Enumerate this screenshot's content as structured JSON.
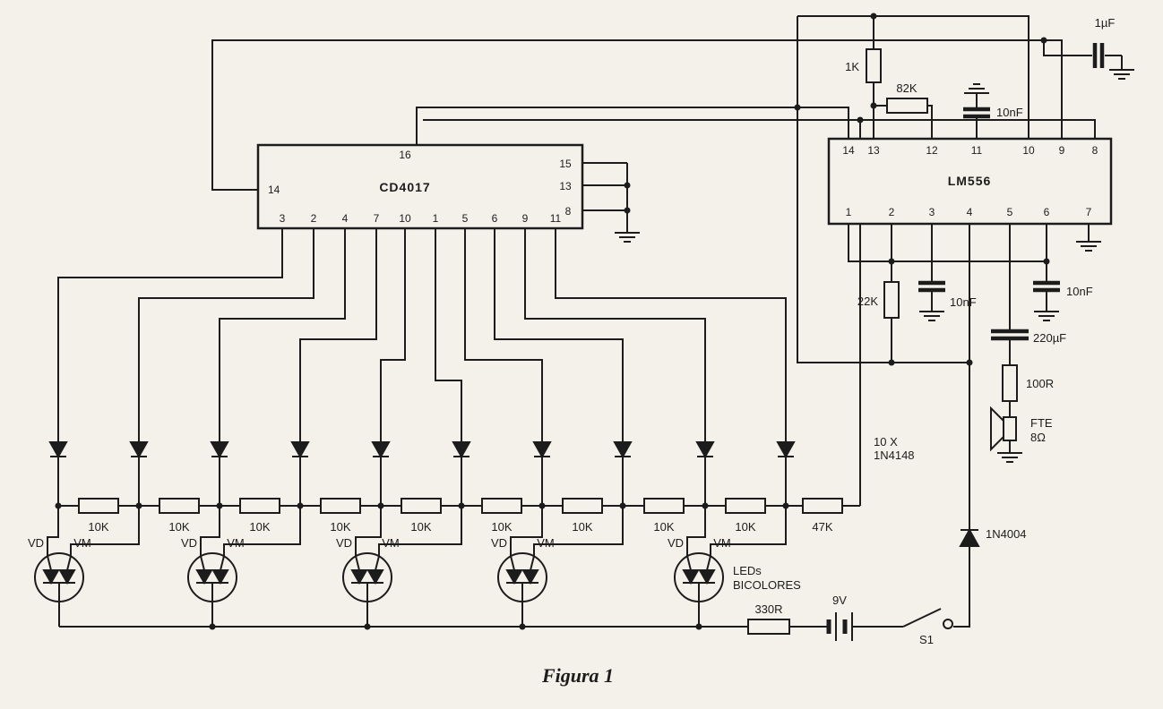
{
  "figure": {
    "caption": "Figura 1"
  },
  "colors": {
    "ink": "#1c1c1c",
    "paper": "#f4f1ea"
  },
  "cd4017": {
    "name": "CD4017",
    "pin_top": "16",
    "pin_left": "14",
    "pins_right": [
      "15",
      "13",
      "8"
    ],
    "pins_bottom": [
      "3",
      "2",
      "4",
      "7",
      "10",
      "1",
      "5",
      "6",
      "9",
      "11"
    ]
  },
  "lm556": {
    "name": "LM556",
    "pins_top": [
      "14",
      "13",
      "12",
      "11",
      "10",
      "9",
      "8"
    ],
    "pins_bottom": [
      "1",
      "2",
      "3",
      "4",
      "5",
      "6",
      "7"
    ]
  },
  "labels": {
    "r1k": "1K",
    "r82k": "82K",
    "c10nf": "10nF",
    "c1uf": "1µF",
    "r22k": "22K",
    "c220uf": "220µF",
    "r100r": "100R",
    "spk1": "FTE",
    "spk2": "8Ω",
    "da1": "10 X",
    "da2": "1N4148",
    "r10k": "10K",
    "r47k": "47K",
    "vd": "VD",
    "vm": "VM",
    "led1": "LEDs",
    "led2": "BICOLORES",
    "r330": "330R",
    "bat": "9V",
    "sw": "S1",
    "d4004": "1N4004"
  }
}
